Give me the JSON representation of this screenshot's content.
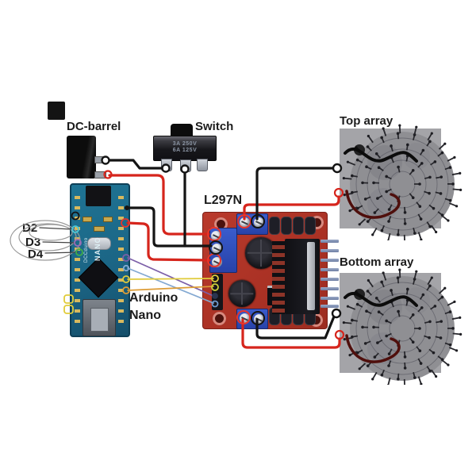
{
  "labels": {
    "dc_barrel": "DC-barrel",
    "switch": "Switch",
    "driver": "L297N",
    "arduino_line1": "Arduino",
    "arduino_line2": "Nano",
    "top_array": "Top array",
    "bottom_array": "Bottom array",
    "d2": "D2",
    "d3": "D3",
    "d4": "D4"
  },
  "switch_markings": [
    "3A 250V",
    "6A 125V"
  ],
  "arduino_silk": {
    "line1": "DCCduino",
    "line2": "NANO"
  },
  "colors": {
    "background": "#ffffff",
    "wire_black": "#141414",
    "wire_red": "#d6251c",
    "wire_yellow": "#e0cb3a",
    "wire_orange": "#dd9c36",
    "wire_blue": "#84a9d2",
    "wire_purple": "#7c5fa8",
    "pcb_red": "#b13428",
    "arduino_teal": "#1c6e8f",
    "terminal_blue": "#3050bb",
    "array_plate_gray": "#a4a4a8",
    "annotation_gray": "#9a9a9a"
  },
  "connections": [
    {
      "from": "dc-barrel",
      "to": "switch-left-pin",
      "color": "black"
    },
    {
      "from": "dc-barrel",
      "to": "driver-left-terminal-top",
      "color": "red"
    },
    {
      "from": "switch-middle-pin",
      "to": "driver-left-terminal-middle",
      "color": "black"
    },
    {
      "from": "arduino-right-pin-top",
      "to": "driver-left-terminal-middle",
      "color": "black"
    },
    {
      "from": "arduino-right-pin-2",
      "to": "driver-left-terminal-bottom",
      "color": "red"
    },
    {
      "from": "arduino-right-pin-3",
      "to": "driver-header-pin-3",
      "color": "purple"
    },
    {
      "from": "arduino-right-pin-4",
      "to": "driver-header-pin-4",
      "color": "blue"
    },
    {
      "from": "arduino-right-pin-5",
      "to": "driver-header-pin-1",
      "color": "yellow"
    },
    {
      "from": "arduino-right-pin-6",
      "to": "driver-header-pin-2",
      "color": "orange"
    },
    {
      "from": "driver-top-terminal-left",
      "to": "top-array-red",
      "color": "red"
    },
    {
      "from": "driver-top-terminal-right",
      "to": "top-array-black",
      "color": "black"
    },
    {
      "from": "driver-bottom-terminal-left",
      "to": "bottom-array-red",
      "color": "red"
    },
    {
      "from": "driver-bottom-terminal-right",
      "to": "bottom-array-black",
      "color": "black"
    }
  ]
}
